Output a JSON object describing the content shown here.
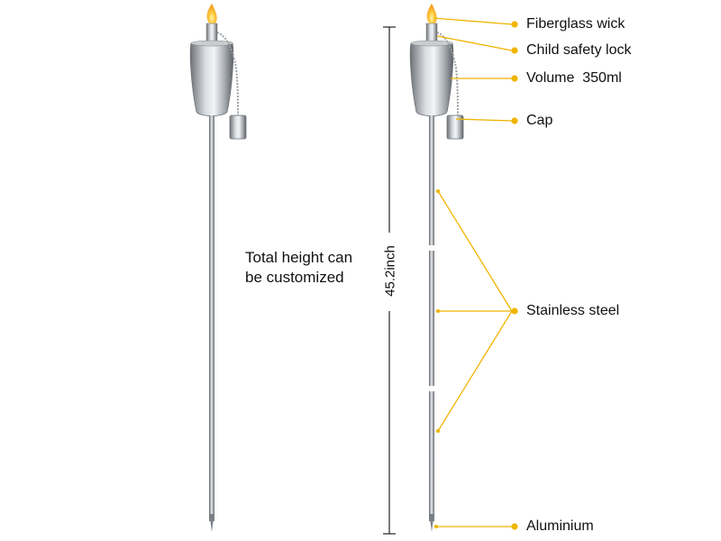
{
  "note": {
    "line1": "Total height can",
    "line2": "be customized"
  },
  "dimension": {
    "height": "45.2inch"
  },
  "callouts": {
    "wick": "Fiberglass wick",
    "lock": "Child safety lock",
    "volume": "Volume  350ml",
    "cap": "Cap",
    "pole": "Stainless steel",
    "spike": "Aluminium"
  },
  "colors": {
    "callout": "#f0b400",
    "flame_outer": "#f29a1a",
    "flame_inner": "#ffd24a",
    "steel_dark": "#6f7378",
    "steel_light": "#e9ecef",
    "dim_line": "#222222"
  }
}
